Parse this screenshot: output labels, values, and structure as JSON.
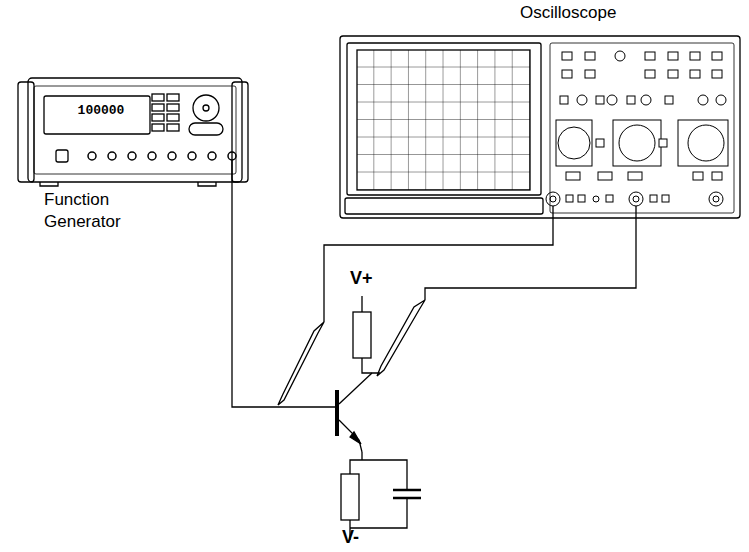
{
  "diagram": {
    "labels": [
      "Oscilloscope",
      "Function Generator",
      "V+",
      "V-",
      "100000"
    ]
  }
}
